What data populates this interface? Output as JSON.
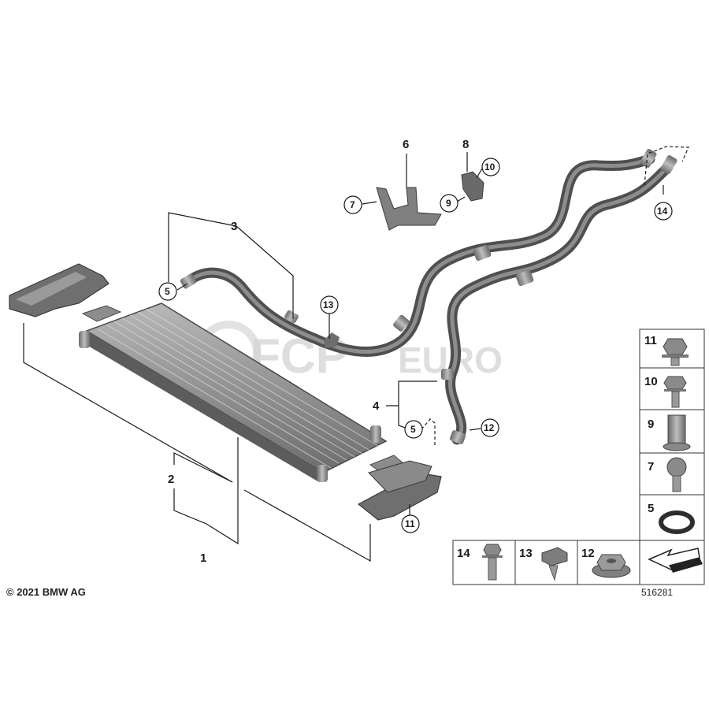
{
  "copyright": "© 2021 BMW AG",
  "diagram_number": "516281",
  "watermark": {
    "mark": "FCP",
    "suffix": "EURO"
  },
  "callouts": {
    "c1": "1",
    "c2": "2",
    "c3": "3",
    "c4": "4",
    "c5a": "5",
    "c5b": "5",
    "c6": "6",
    "c7": "7",
    "c8": "8",
    "c9": "9",
    "c10": "10",
    "c11": "11",
    "c12": "12",
    "c13": "13",
    "c14": "14"
  },
  "legend": {
    "items": [
      "11",
      "10",
      "9",
      "7",
      "5",
      "14",
      "13",
      "12"
    ]
  },
  "colors": {
    "hose": "#555555",
    "hose_light": "#8c8c8c",
    "part": "#7a7a7a",
    "line": "#1a1a1a"
  }
}
